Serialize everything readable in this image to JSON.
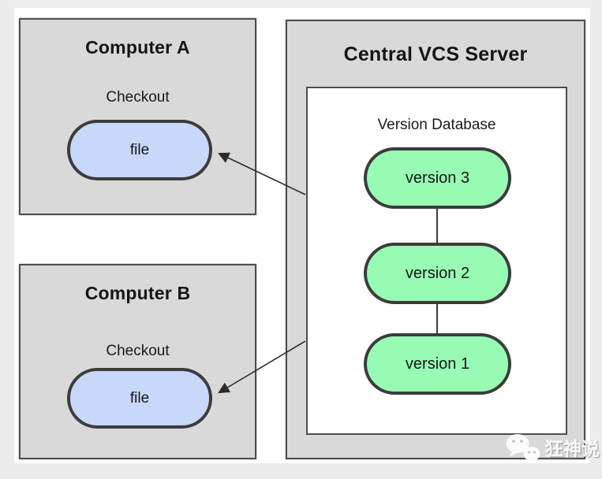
{
  "diagram": {
    "computer_a": {
      "title": "Computer A",
      "action_label": "Checkout",
      "file_label": "file"
    },
    "computer_b": {
      "title": "Computer B",
      "action_label": "Checkout",
      "file_label": "file"
    },
    "server": {
      "title": "Central VCS Server",
      "database": {
        "title": "Version Database",
        "versions": [
          "version 3",
          "version 2",
          "version 1"
        ]
      }
    },
    "watermark": {
      "icon": "wechat-icon",
      "text": "狂神说"
    },
    "colors": {
      "page_bg": "#ececec",
      "canvas_bg": "#ffffff",
      "box_bg": "#d9d9d9",
      "box_border": "#4e4e4e",
      "file_node_fill": "#c7d8fa",
      "version_node_fill": "#98fbb4",
      "node_border": "#3c3c3c",
      "arrow": "#2b2b2b"
    }
  }
}
